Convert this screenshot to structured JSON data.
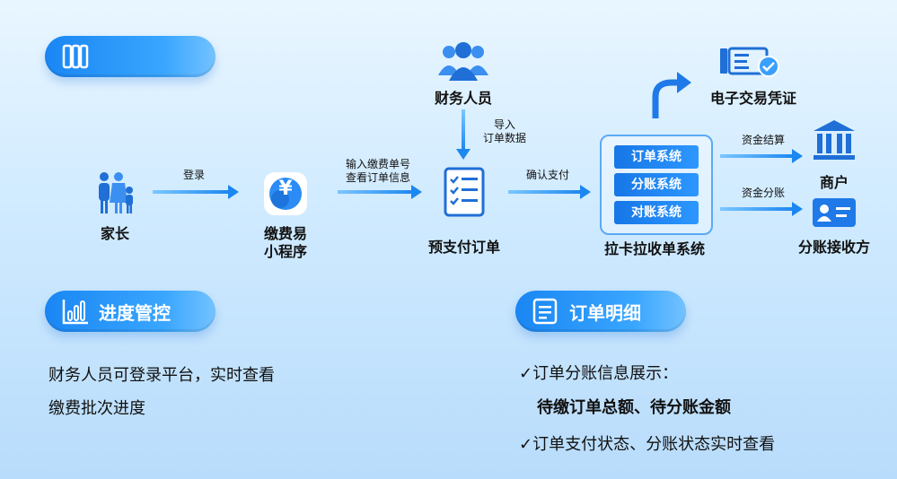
{
  "sections": {
    "progress_title": "进度管控",
    "order_title": "订单明细"
  },
  "nodes": {
    "parent": "家长",
    "miniapp_line1": "缴费易",
    "miniapp_line2": "小程序",
    "yuan_symbol": "¥",
    "order": "预支付订单",
    "finance": "财务人员",
    "lakala": "拉卡拉收单系统",
    "voucher": "电子交易凭证",
    "merchant": "商户",
    "receiver": "分账接收方"
  },
  "edges": {
    "login": "登录",
    "input_line1": "输入缴费单号",
    "input_line2": "查看订单信息",
    "import_line1": "导入",
    "import_line2": "订单数据",
    "confirm_pay": "确认支付",
    "settle": "资金结算",
    "split": "资金分账"
  },
  "systems": [
    "订单系统",
    "分账系统",
    "对账系统"
  ],
  "progress_text": {
    "line1": "财务人员可登录平台，实时查看",
    "line2": "缴费批次进度"
  },
  "order_text": {
    "line1": "✓订单分账信息展示：",
    "line2": "待缴订单总额、待分账金额",
    "line3": "✓订单支付状态、分账状态实时查看"
  },
  "colors": {
    "primary": "#1a86f3",
    "accent": "#39a6ff"
  },
  "icons": [
    "grid-icon",
    "family-icon",
    "yuan-icon",
    "checklist-icon",
    "people-icon",
    "curved-arrow-icon",
    "voucher-icon",
    "bank-icon",
    "id-card-icon",
    "bar-chart-icon",
    "document-icon"
  ]
}
